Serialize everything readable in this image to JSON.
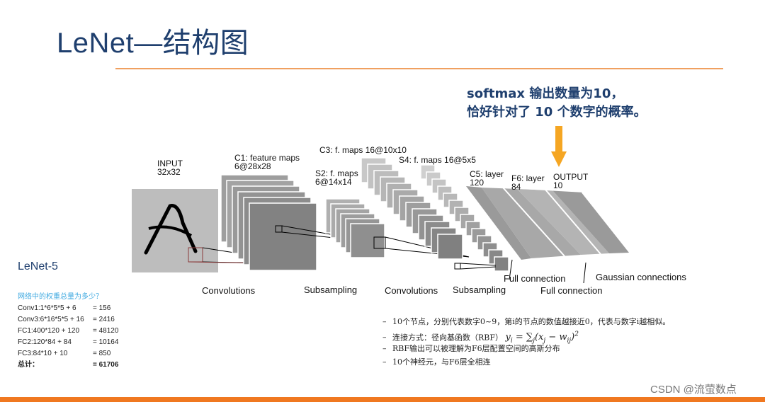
{
  "title": "LeNet—结构图",
  "callout": {
    "line1": "softmax 输出数量为10，",
    "line2": "恰好针对了 10 个数字的概率。",
    "arrow_color": "#f5a623"
  },
  "diagram": {
    "layers": {
      "input": [
        "INPUT",
        "32x32"
      ],
      "c1": [
        "C1: feature maps",
        "6@28x28"
      ],
      "s2": [
        "S2: f. maps",
        "6@14x14"
      ],
      "c3": [
        "C3: f. maps 16@10x10"
      ],
      "s4": [
        "S4: f. maps 16@5x5"
      ],
      "c5": [
        "C5: layer",
        "120"
      ],
      "f6": [
        "F6: layer",
        "84"
      ],
      "output": [
        "OUTPUT",
        "10"
      ]
    },
    "bottom_labels": {
      "conv1": "Convolutions",
      "sub1": "Subsampling",
      "conv2": "Convolutions",
      "sub2": "Subsampling",
      "full1": "Full connection",
      "full2": "Full connection",
      "gauss": "Gaussian connections"
    }
  },
  "lenet5": {
    "heading": "LeNet-5",
    "question": "网络中的权重总量为多少？",
    "rows": [
      {
        "expr": "Conv1:1*6*5*5 + 6",
        "value": "= 156"
      },
      {
        "expr": "Conv3:6*16*5*5 + 16",
        "value": "= 2416"
      },
      {
        "expr": "FC1:400*120 + 120",
        "value": "= 48120"
      },
      {
        "expr": "FC2:120*84  + 84",
        "value": "= 10164"
      },
      {
        "expr": "FC3:84*10 + 10",
        "value": "= 850"
      },
      {
        "expr": "总计：",
        "value": "= 61706"
      }
    ]
  },
  "notes": [
    "10个节点，分别代表数字0~9，第i的节点的数值越接近0，代表与数字i越相似。",
    "连接方式：径向基函数（RBF）",
    "RBF输出可以被理解为F6层配置空间的高斯分布",
    "10个神经元，与F6层全相连"
  ],
  "formula": {
    "lhs": "y",
    "sub": "i",
    "eq": " = ∑",
    "sum_sub": "j",
    "body": "(x",
    "x_sub": "j",
    "minus": " − w",
    "w_sub": "ij",
    "close": ")",
    "sup": "2"
  },
  "note_dash": "–",
  "watermark": "CSDN @流萤数点",
  "colors": {
    "title": "#1f3f6e",
    "rule": "#f0a060",
    "accent_bar": "#f07820",
    "question": "#3fa9e0"
  }
}
